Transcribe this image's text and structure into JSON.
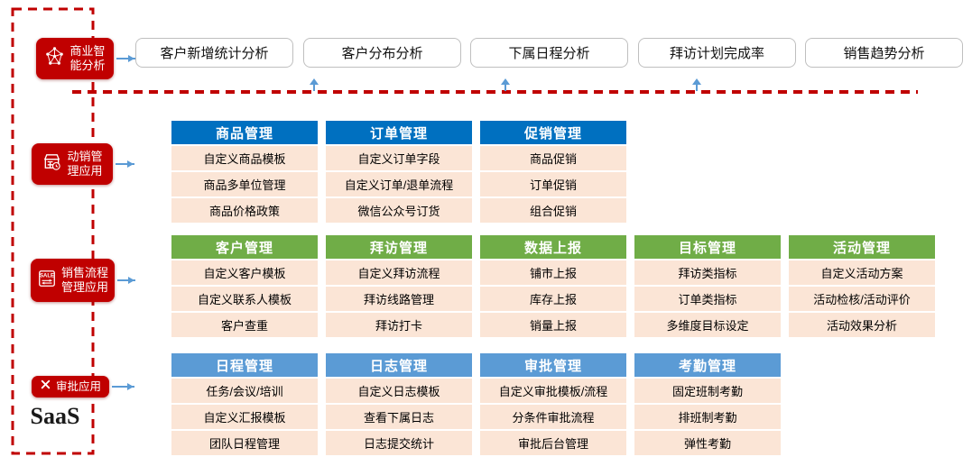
{
  "saas_label": "SaaS",
  "colors": {
    "frame_red": "#C00000",
    "badge_red": "#C00000",
    "arrow_blue": "#5B9BD5",
    "group1_header_blue": "#0070C0",
    "group2_header_green": "#70AD47",
    "group3_header_lightblue": "#5B9BD5",
    "row_bg_peach": "#FBE5D6",
    "box_border_gray": "#BFBFBF"
  },
  "bi_row": {
    "label": {
      "lines": [
        "商业智",
        "能分析"
      ],
      "icon": "network-graph-icon"
    },
    "boxes": [
      "客户新增统计分析",
      "客户分布分析",
      "下属日程分析",
      "拜访计划完成率",
      "销售趋势分析"
    ]
  },
  "groups": [
    {
      "label": {
        "lines": [
          "动销管",
          "理应用"
        ],
        "icon": "store-icon"
      },
      "header_color": "#0070C0",
      "tables": [
        {
          "title": "商品管理",
          "rows": [
            "自定义商品模板",
            "商品多单位管理",
            "商品价格政策"
          ]
        },
        {
          "title": "订单管理",
          "rows": [
            "自定义订单字段",
            "自定义订单/退单流程",
            "微信公众号订货"
          ]
        },
        {
          "title": "促销管理",
          "rows": [
            "商品促销",
            "订单促销",
            "组合促销"
          ]
        }
      ]
    },
    {
      "label": {
        "lines": [
          "销售流程",
          "管理应用"
        ],
        "icon": "sale-sliders-icon"
      },
      "header_color": "#70AD47",
      "tables": [
        {
          "title": "客户管理",
          "rows": [
            "自定义客户模板",
            "自定义联系人模板",
            "客户查重"
          ]
        },
        {
          "title": "拜访管理",
          "rows": [
            "自定义拜访流程",
            "拜访线路管理",
            "拜访打卡"
          ]
        },
        {
          "title": "数据上报",
          "rows": [
            "铺市上报",
            "库存上报",
            "销量上报"
          ]
        },
        {
          "title": "目标管理",
          "rows": [
            "拜访类指标",
            "订单类指标",
            "多维度目标设定"
          ]
        },
        {
          "title": "活动管理",
          "rows": [
            "自定义活动方案",
            "活动检核/活动评价",
            "活动效果分析"
          ]
        }
      ]
    },
    {
      "label": {
        "lines": [
          "审批应用"
        ],
        "icon": "crossed-tools-icon"
      },
      "header_color": "#5B9BD5",
      "tables": [
        {
          "title": "日程管理",
          "rows": [
            "任务/会议/培训",
            "自定义汇报模板",
            "团队日程管理"
          ]
        },
        {
          "title": "日志管理",
          "rows": [
            "自定义日志模板",
            "查看下属日志",
            "日志提交统计"
          ]
        },
        {
          "title": "审批管理",
          "rows": [
            "自定义审批模板/流程",
            "分条件审批流程",
            "审批后台管理"
          ]
        },
        {
          "title": "考勤管理",
          "rows": [
            "固定班制考勤",
            "排班制考勤",
            "弹性考勤"
          ]
        }
      ]
    }
  ]
}
